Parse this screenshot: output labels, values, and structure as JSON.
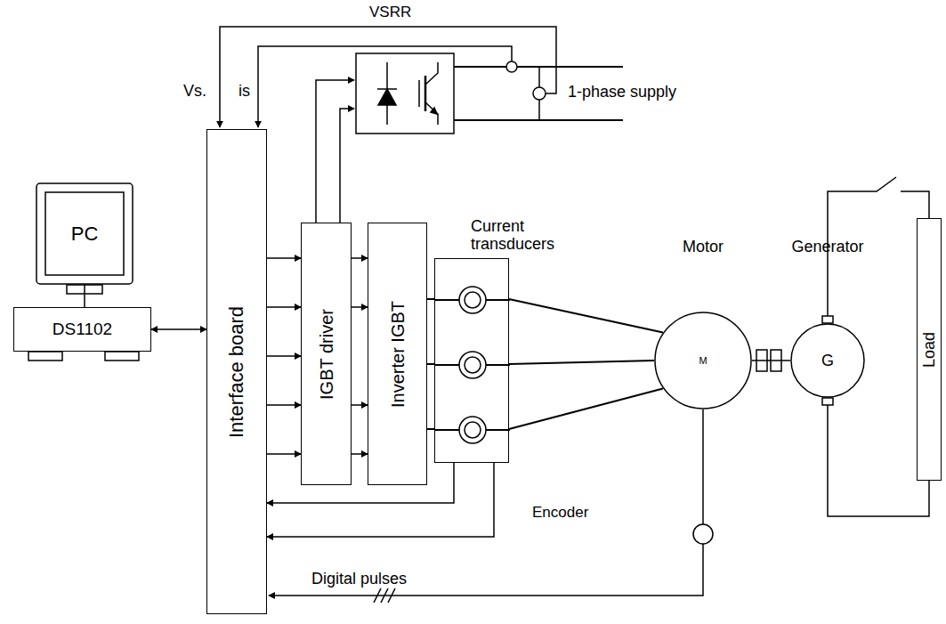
{
  "diagram": {
    "nodes": [
      {
        "text": [
          "PC"
        ]
      },
      {
        "text": [
          "DS1102"
        ]
      },
      {
        "text": [
          "Interface board"
        ]
      },
      {
        "text": [
          "IGBT driver"
        ]
      },
      {
        "text": [
          "Inverter IGBT"
        ]
      },
      {
        "text": [
          "Current transducers"
        ]
      },
      {
        "text": [
          "Motor",
          "M"
        ]
      },
      {
        "text": [
          "Generator",
          "G"
        ]
      },
      {
        "text": [
          "Load"
        ]
      }
    ],
    "edges": [
      {
        "from": 0,
        "to": 1,
        "arrow": "none"
      },
      {
        "from": 1,
        "to": 2,
        "arrow": "both"
      },
      {
        "from": 2,
        "to": 3,
        "arrow": "to"
      },
      {
        "from": 2,
        "to": 3,
        "arrow": "to"
      },
      {
        "from": 2,
        "to": 3,
        "arrow": "to"
      },
      {
        "from": 2,
        "to": 3,
        "arrow": "to"
      },
      {
        "from": 2,
        "to": 3,
        "arrow": "to"
      },
      {
        "from": 3,
        "to": 4,
        "arrow": "to"
      },
      {
        "from": 3,
        "to": 4,
        "arrow": "to"
      },
      {
        "from": 3,
        "to": 4,
        "arrow": "to"
      },
      {
        "from": 3,
        "to": 4,
        "arrow": "to"
      },
      {
        "from": 4,
        "to": 5,
        "arrow": "none"
      },
      {
        "from": 4,
        "to": 5,
        "arrow": "none"
      },
      {
        "from": 4,
        "to": 5,
        "arrow": "none"
      },
      {
        "from": 5,
        "to": 6,
        "arrow": "none"
      },
      {
        "from": 5,
        "to": 6,
        "arrow": "none"
      },
      {
        "from": 5,
        "to": 6,
        "arrow": "none"
      },
      {
        "from": 5,
        "to": 2,
        "arrow": "to"
      },
      {
        "from": 5,
        "to": 2,
        "arrow": "to"
      },
      {
        "from": 6,
        "to": 7,
        "arrow": "none"
      },
      {
        "from": 7,
        "to": 8,
        "arrow": "none"
      },
      {
        "from": 7,
        "to": 8,
        "arrow": "none"
      }
    ],
    "labels": [
      "VSRR",
      "Vs.",
      "is",
      "1-phase supply",
      "Encoder",
      "Digital pulses"
    ]
  }
}
